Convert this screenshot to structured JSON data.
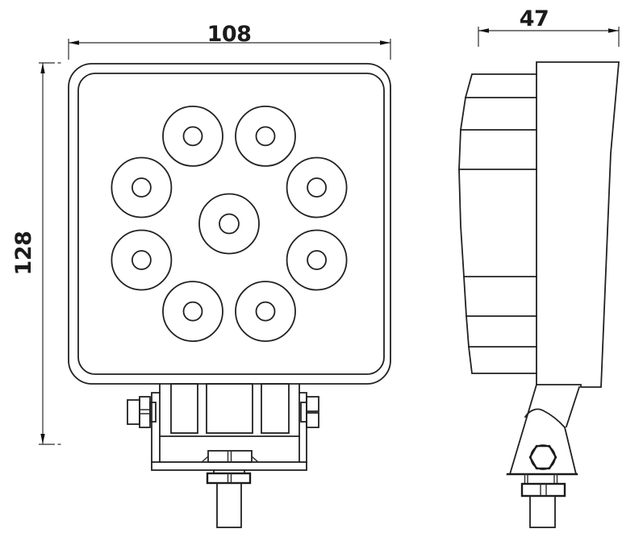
{
  "drawing": {
    "kind": "technical-drawing",
    "background_color": "#ffffff",
    "line_color": "#212121",
    "dimensions": {
      "front_width": "108",
      "front_height": "128",
      "side_depth": "47"
    },
    "front_view": {
      "led_count": 9
    }
  }
}
